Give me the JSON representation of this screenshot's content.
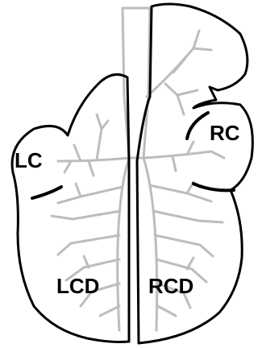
{
  "diagram": {
    "labels": {
      "lc": "LC",
      "rc": "RC",
      "lcd": "LCD",
      "rcd": "RCD"
    },
    "colors": {
      "outline": "#000000",
      "airway": "#bdbdbd",
      "background": "#ffffff"
    }
  }
}
